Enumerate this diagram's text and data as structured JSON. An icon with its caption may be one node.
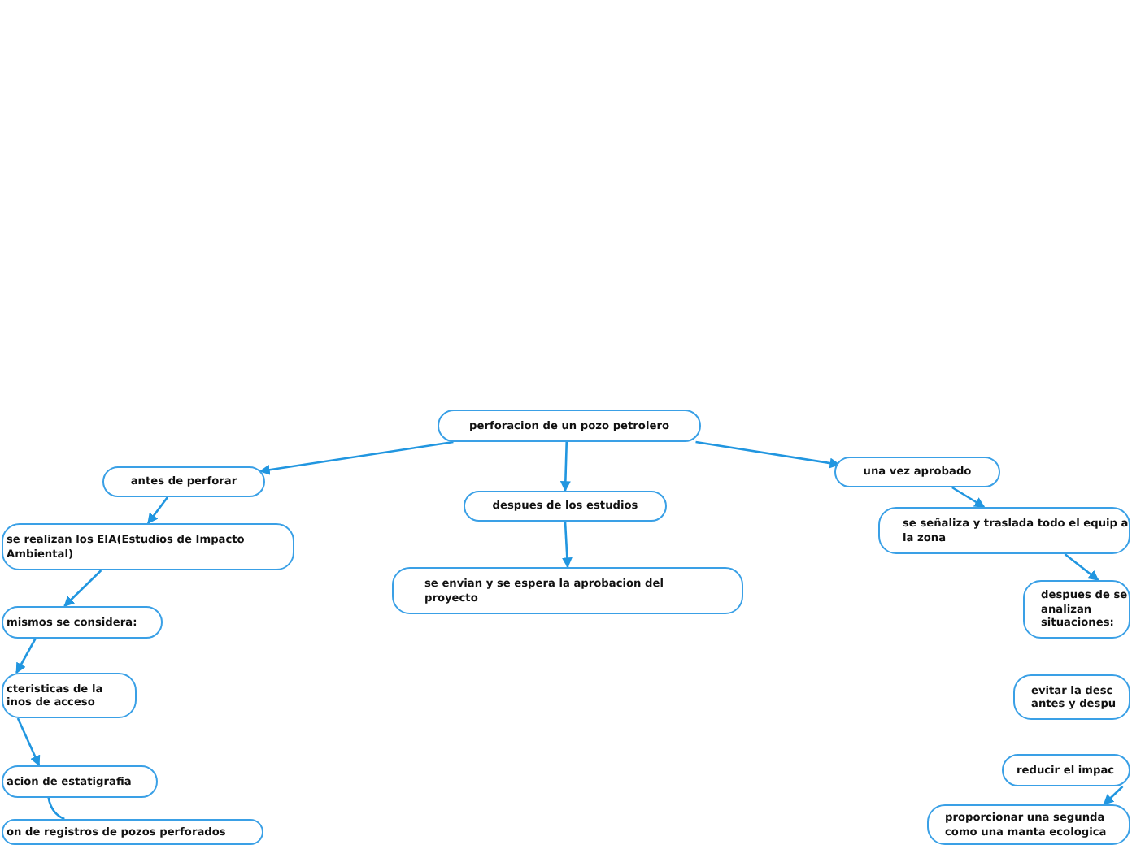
{
  "diagram": {
    "nodes": [
      {
        "text": [
          "perforacion de un pozo petrolero"
        ]
      },
      {
        "text": [
          "antes de perforar"
        ]
      },
      {
        "text": [
          "despues de los estudios"
        ]
      },
      {
        "text": [
          "una vez aprobado"
        ]
      },
      {
        "text": [
          "se realizan los EIA(Estudios de Impacto Ambiental)"
        ]
      },
      {
        "text": [
          "se envian y se espera la aprobacion del proyecto"
        ]
      },
      {
        "text": [
          "mismos se considera:"
        ]
      },
      {
        "text": [
          "cteristicas de la inos de acceso"
        ]
      },
      {
        "text": [
          "acion de estatigrafia"
        ]
      },
      {
        "text": [
          "on de registros de pozos perforados"
        ]
      },
      {
        "text": [
          "se señaliza y traslada todo el equip a la zona"
        ]
      },
      {
        "text": [
          "despues de se analizan situaciones:"
        ]
      },
      {
        "text": [
          "evitar la desc antes y despu"
        ]
      },
      {
        "text": [
          "reducir el impac"
        ]
      },
      {
        "text": [
          "proporcionar una segunda como una manta ecologica"
        ]
      }
    ],
    "edges": [
      {
        "from": 0,
        "to": 1,
        "arrow": "to"
      },
      {
        "from": 0,
        "to": 2,
        "arrow": "to"
      },
      {
        "from": 0,
        "to": 3,
        "arrow": "to"
      },
      {
        "from": 1,
        "to": 4,
        "arrow": "to"
      },
      {
        "from": 4,
        "to": 6,
        "arrow": "to"
      },
      {
        "from": 6,
        "to": 7,
        "arrow": "to"
      },
      {
        "from": 7,
        "to": 8,
        "arrow": "to"
      },
      {
        "from": 8,
        "to": 9,
        "arrow": "none"
      },
      {
        "from": 2,
        "to": 5,
        "arrow": "to"
      },
      {
        "from": 3,
        "to": 10,
        "arrow": "to"
      },
      {
        "from": 10,
        "to": 11,
        "arrow": "to"
      },
      {
        "from": 13,
        "to": 14,
        "arrow": "to"
      }
    ]
  }
}
